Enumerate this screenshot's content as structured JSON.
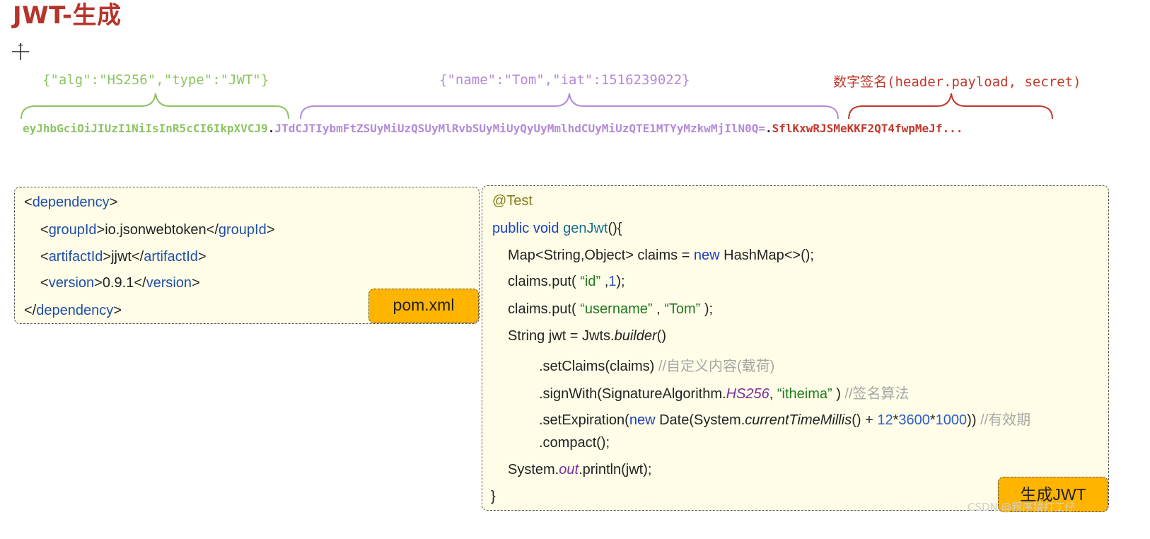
{
  "title": "JWT-生成",
  "jwt": {
    "header_json": "{\"alg\":\"HS256\",\"type\":\"JWT\"}",
    "payload_json": "{\"name\":\"Tom\",\"iat\":1516239022}",
    "signature_formula": "数字签名(header.payload, secret)",
    "header_encoded": "eyJhbGciOiJIUzI1NiIsInR5cCI6IkpXVCJ9",
    "separator": ".",
    "payload_encoded": "JTdCJTIybmFtZSUyMiUzQSUyMlRvbSUyMiUyQyUyMmlhdCUyMiUzQTE1MTYyMzkwMjIlN0Q=",
    "signature_encoded": "SflKxwRJSMeKKF2QT4fwpMeJf...",
    "colors": {
      "header": "#8cc461",
      "payload": "#b38ad8",
      "signature": "#c0392b"
    }
  },
  "pom": {
    "line1_open": "<",
    "line1_tag": "dependency",
    "line1_close": ">",
    "line2_open": "<",
    "line2_tag": "groupId",
    "line2_mid": ">io.jsonwebtoken</",
    "line2_tag2": "groupId",
    "line2_close": ">",
    "line3_open": "<",
    "line3_tag": "artifactId",
    "line3_mid": ">jjwt</",
    "line3_tag2": "artifactId",
    "line3_close": ">",
    "line4_open": "<",
    "line4_tag": "version",
    "line4_mid": ">0.9.1</",
    "line4_tag2": "version",
    "line4_close": ">",
    "line5_open": "</",
    "line5_tag": "dependency",
    "line5_close": ">",
    "badge": "pom.xml"
  },
  "java": {
    "annotation": "@Test",
    "sig_kw": "public void",
    "sig_name": "genJwt",
    "sig_rest": "(){",
    "map_a": "Map<String,Object> claims = ",
    "map_new": "new",
    "map_b": " HashMap<>();",
    "put1_a": "claims.put( ",
    "put1_str": "“id”",
    "put1_b": " ,",
    "put1_num": "1",
    "put1_c": ");",
    "put2_a": "claims.put( ",
    "put2_str1": "“username”",
    "put2_b": " , ",
    "put2_str2": "“Tom”",
    "put2_c": " );",
    "jwt_a": "String jwt = Jwts.",
    "jwt_method": "builder",
    "jwt_b": "()",
    "set_claims": ".setClaims(claims) ",
    "set_claims_cmt": "//自定义内容(载荷)",
    "sign_a": ".signWith(SignatureAlgorithm.",
    "sign_alg": "HS256",
    "sign_b": ",   ",
    "sign_str": "“itheima”",
    "sign_c": " ) ",
    "sign_cmt": "//签名算法",
    "exp_a": ".setExpiration(",
    "exp_new": "new",
    "exp_b": " Date(System.",
    "exp_method": "currentTimeMillis",
    "exp_c": "() + ",
    "exp_n1": "12",
    "exp_star1": "*",
    "exp_n2": "3600",
    "exp_star2": "*",
    "exp_n3": "1000",
    "exp_d": ")) ",
    "exp_cmt": "//有效期",
    "compact": ".compact();",
    "print_a": "System.",
    "print_out": "out",
    "print_b": ".println(jwt);",
    "close": "}",
    "badge": "生成JWT"
  },
  "watermark": "CSDN @程序猿打工仔"
}
